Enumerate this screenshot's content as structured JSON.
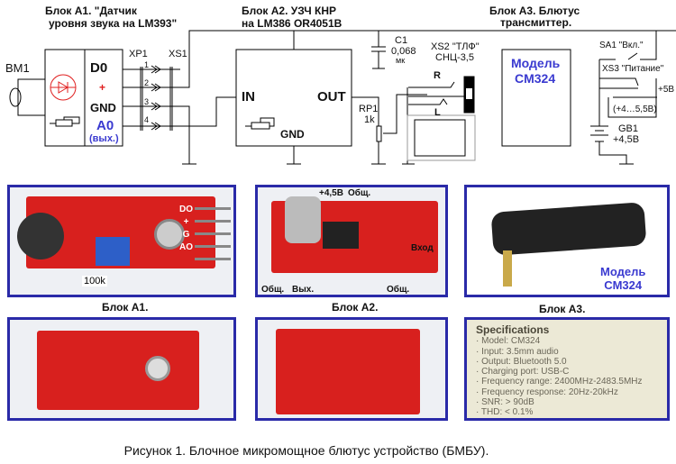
{
  "schematic": {
    "a1_title_1": "Блок А1.   \"Датчик",
    "a1_title_2": "уровня звука на LM393\"",
    "a2_title_1": "Блок А2. УЗЧ КНР",
    "a2_title_2": "на LM386 OR4051B",
    "a3_title_1": "Блок А3. Блютус",
    "a3_title_2": "трансмиттер.",
    "bm1": "BM1",
    "d0": "D0",
    "plus": "+",
    "gnd": "GND",
    "a0": "A0",
    "a0_sub": "(вых.)",
    "xp1": "XP1",
    "xs1": "XS1",
    "pins": [
      "1",
      "2",
      "3",
      "4"
    ],
    "in": "IN",
    "out": "OUT",
    "gnd2": "GND",
    "c1": "C1",
    "c1_val": "0,068",
    "c1_unit": "мк",
    "rp1": "RP1",
    "rp1_val": "1k",
    "xs2": "XS2 \"ТЛФ\"",
    "xs2_type": "СНЦ-3,5",
    "r": "R",
    "l": "L",
    "model_1": "Модель",
    "model_2": "CM324",
    "sa1": "SA1 \"Вкл.\"",
    "xs3": "XS3 \"Питание\"",
    "plus5": "+5В",
    "range": "(+4…5,5В)",
    "gb1": "GB1",
    "gb1_val": "+4,5В"
  },
  "photos": {
    "a1_trim": "100k",
    "a1_pins": "DO\n+\nG\nAO",
    "a2_plus": "+4,5В",
    "a2_gnd_top": "Общ.",
    "a2_in": "Вход",
    "a2_gnd_left": "Общ.",
    "a2_out": "Вых.",
    "a2_gnd_bottom": "Общ.",
    "a3_model_1": "Модель",
    "a3_model_2": "CM324"
  },
  "labels": {
    "a1": "Блок А1.",
    "a2": "Блок А2.",
    "a3": "Блок А3."
  },
  "specs": {
    "title": "Specifications",
    "items": [
      "· Model: CM324",
      "· Input: 3.5mm audio",
      "· Output: Bluetooth 5.0",
      "· Charging port: USB-C",
      "· Frequency range: 2400MHz-2483.5MHz",
      "· Frequency response: 20Hz-20kHz",
      "· SNR: > 90dB",
      "· THD: < 0.1%"
    ]
  },
  "caption": "Рисунок 1.  Блочное микромощное блютус устройство (БМБУ).",
  "colors": {
    "frame": "#2a2aa8",
    "pcb": "#d8201e",
    "blue_text": "#3a3ad0",
    "led": "#e02020"
  }
}
